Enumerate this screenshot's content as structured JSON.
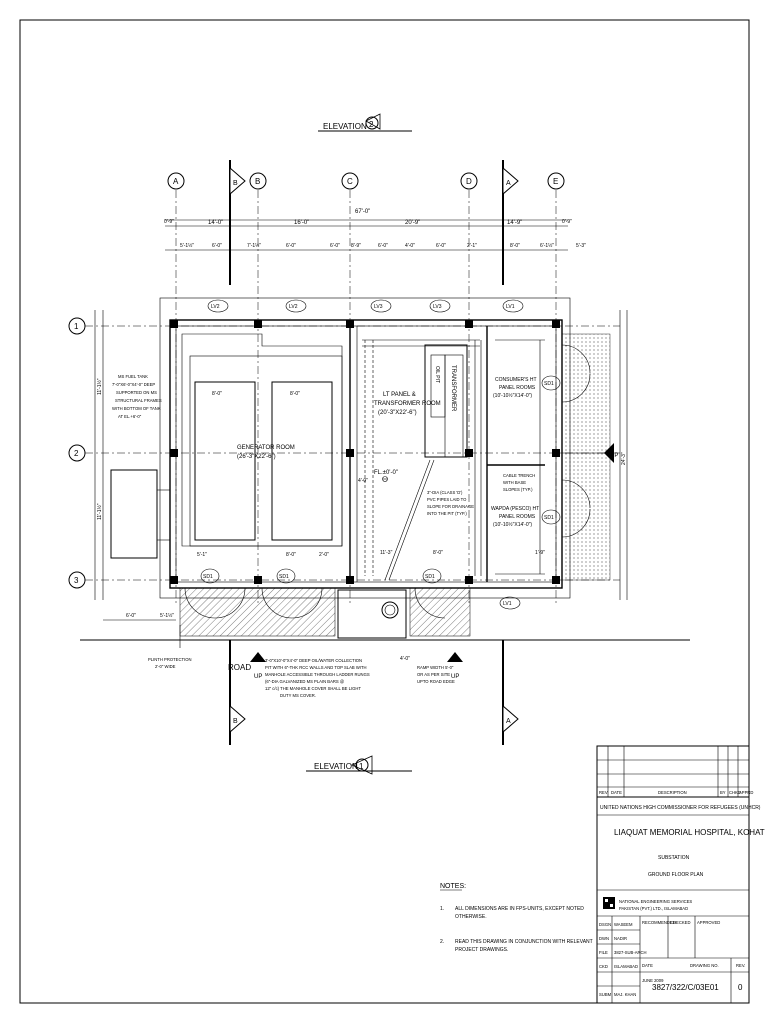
{
  "elevations": {
    "top": "ELEVATION",
    "top_num": "2",
    "bottom": "ELEVATION",
    "bottom_num": "1"
  },
  "grid": {
    "columns": [
      "A",
      "B",
      "C",
      "D",
      "E"
    ],
    "rows": [
      "1",
      "2",
      "3"
    ],
    "section_top": [
      "B",
      "A"
    ],
    "section_bottom": [
      "B",
      "A"
    ]
  },
  "dims": {
    "overall": "67'-0\"",
    "left_edge": "0'-9\"",
    "right_edge": "0'-9\"",
    "spans": [
      "14'-0\"",
      "16'-0\"",
      "20'-9\"",
      "14'-9\""
    ],
    "sub": [
      "5'-1½\"",
      "6'-0\"",
      "7'-1½\"",
      "6'-0\"",
      "6'-0\"",
      "8'-9\"",
      "6'-0\"",
      "4'-0\"",
      "6'-0\"",
      "2'-1\"",
      "8'-0\"",
      "6'-1½\"",
      "5'-3\""
    ],
    "left_a": "11'-1½\"",
    "left_b": "11'-1½\"",
    "right_a": "24'-3\"",
    "bot_a": "6'-0\"",
    "bot_b": "5'-1½\"",
    "inner": [
      "8'-0\"",
      "8'-0\"",
      "5'-1\"",
      "8'-0\"",
      "2'-0\"",
      "4'-0\"",
      "11'-3\"",
      "8'-0\"",
      "1'-9\""
    ]
  },
  "windows": [
    "LV2",
    "LV2",
    "LV3",
    "LV3",
    "LV1",
    "LV1"
  ],
  "doors": [
    "SD1",
    "SD1",
    "SD1",
    "SD1",
    "SD1"
  ],
  "rooms": {
    "generator": [
      "GENERATOR ROOM",
      "(26'-3\"X22'-6\")"
    ],
    "lt_panel": [
      "LT PANEL &",
      "TRANSFORMER ROOM",
      "(20'-3\"X22'-6\")"
    ],
    "consumer": [
      "CONSUMER'S HT",
      "PANEL ROOMS",
      "(10'-10½\"X14'-0\")"
    ],
    "wapda": [
      "WAPDA (PESCO) HT",
      "PANEL ROOMS",
      "(10'-10½\"X14'-0\")"
    ],
    "transformer": "TRANSFORMER",
    "oil": "OIL PIT",
    "fl": "FL.±0'-0\""
  },
  "notes_plan": {
    "fuel_tank": [
      "MS FUEL TANK",
      "7'-0\"X6'-0\"X4'-0\" DEEP",
      "SUPPORTED ON MS",
      "STRUCTURAL FRAMES",
      "WITH BOTTOM OF TANK",
      "AT EL.+6'-0\""
    ],
    "pvc": [
      "3\"-DIA (CLASS 'D')",
      "PVC PIPES LAID TO",
      "SLOPE FOR DRAINAGE",
      "INTO THE PIT (TYP.)"
    ],
    "trench": [
      "CABLE TRENCH",
      "WITH BASE",
      "SLOPES (TYP.)"
    ],
    "plinth": [
      "PLINTH PROTECTION",
      "2'-0\" WIDE"
    ],
    "pit": [
      "3'-0\"X10'-0\"X4'-0\" DEEP OIL/WATER COLLECTION",
      "PIT WITH 6\"-THK RCC WALLS AND TOP SLAB WITH",
      "MANHOLE ACCESSIBLE THROUGH LADDER RUNGS",
      "(6\"-DIA GALVANIZED MS PLAIN BARS @",
      "12\" c/c) THE MANHOLE COVER SHALL BE LIGHT",
      "DUTY MS COVER."
    ],
    "ramp": [
      "RAMP WIDTH 5'-0\"",
      "OR AS PER SITE",
      "UPTO ROAD EDGE"
    ],
    "road": "ROAD",
    "up": "UP",
    "ramp_dim": "4'-0\""
  },
  "notes": {
    "title": "NOTES:",
    "items": [
      {
        "n": "1.",
        "lines": [
          "ALL DIMENSIONS ARE IN FPS-UNITS, EXCEPT NOTED",
          "OTHERWISE."
        ]
      },
      {
        "n": "2.",
        "lines": [
          "READ THIS DRAWING IN CONJUNCTION WITH RELEVANT",
          "PROJECT DRAWINGS."
        ]
      }
    ]
  },
  "title_block": {
    "rev_headers": [
      "REV",
      "DATE",
      "DESCRIPTION",
      "BY",
      "CHKD",
      "APPRD"
    ],
    "client": "UNITED NATIONS HIGH COMMISSIONER FOR REFUGEES (UNHCR)",
    "project": "LIAQUAT MEMORIAL HOSPITAL, KOHAT",
    "subtitle": "SUBSTATION",
    "drawing": "GROUND FLOOR PLAN",
    "firm": [
      "NATIONAL ENGINEERING SERVICES",
      "PAKISTAN (PVT.) LTD., ISLAMABAD"
    ],
    "rows": [
      {
        "label": "DSGN",
        "value": "WASEEM"
      },
      {
        "label": "DWN",
        "value": "NADIR"
      },
      {
        "label": "FILE",
        "value": "3827-SUB-ARCH"
      },
      {
        "label": "CKD",
        "value": "ISLAMABAD"
      },
      {
        "label": "SUBM",
        "value": "MAJ. KHAN"
      }
    ],
    "recommended": "RECOMMENDED",
    "checked": "CHECKED",
    "approved": "APPROVED",
    "date_label": "DATE",
    "drawing_no_label": "DRAWING NO.",
    "rev_label": "REV.",
    "drawing_no": "3827/322/C/03E01",
    "rev": "0",
    "date_value": "JUNE 2009"
  }
}
